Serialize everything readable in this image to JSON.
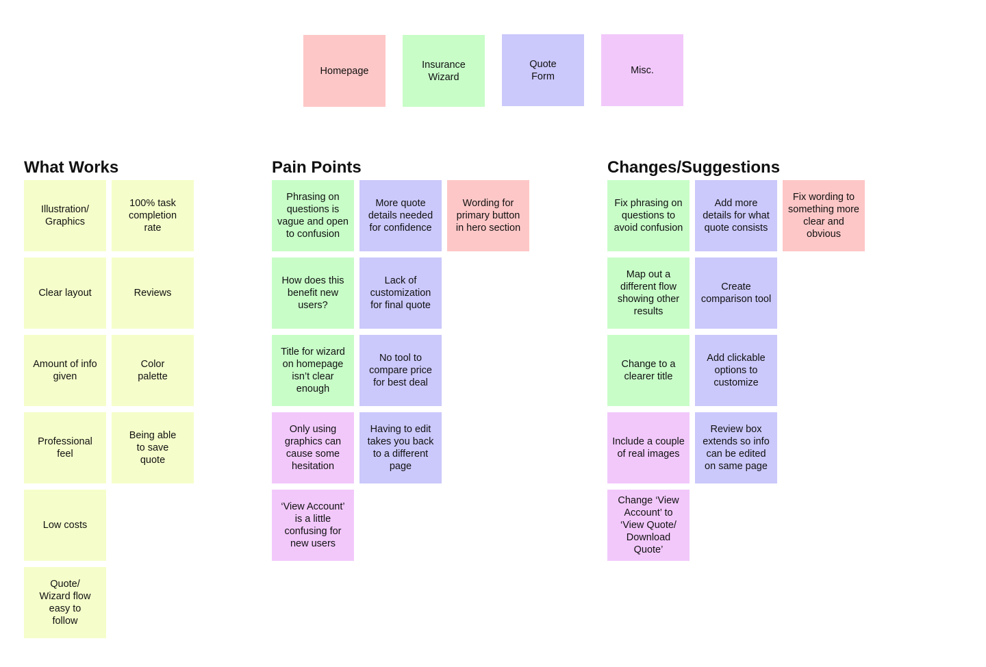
{
  "colors": {
    "homepage": "#fec7c7",
    "insurance_wizard": "#c8fdc8",
    "quote_form": "#cbc8fb",
    "misc": "#f2c8fb",
    "what_works": "#f5feca"
  },
  "legend": {
    "homepage": "Homepage",
    "insurance_wizard": "Insurance\nWizard",
    "quote_form": "Quote\nForm",
    "misc": "Misc."
  },
  "what_works": {
    "title": "What Works",
    "notes": [
      "Illustration/\nGraphics",
      "100% task\ncompletion\nrate",
      "Clear layout",
      "Reviews",
      "Amount of info\ngiven",
      "Color\npalette",
      "Professional\nfeel",
      "Being able\nto save\nquote",
      "Low costs",
      "Quote/\nWizard flow\neasy to\nfollow"
    ]
  },
  "pain_points": {
    "title": "Pain Points",
    "notes": [
      "Phrasing on\nquestions is\nvague and open\nto confusion",
      "More quote\ndetails needed\nfor confidence",
      "Wording for\nprimary button\nin hero section",
      "How does this\nbenefit new\nusers?",
      "Lack of\ncustomization\nfor final quote",
      "Title for wizard\non homepage\nisn’t clear\nenough",
      "No tool to\ncompare price\nfor best deal",
      "Only using\ngraphics can\ncause some\nhesitation",
      "Having to edit\ntakes you back\nto a different\npage",
      "‘View Account’\nis a little\nconfusing for\nnew users"
    ]
  },
  "changes_suggestions": {
    "title": "Changes/Suggestions",
    "notes": [
      "Fix phrasing on\nquestions to\navoid confusion",
      "Add more\ndetails for what\nquote consists",
      "Fix wording to\nsomething more\nclear and\nobvious",
      "Map out a\ndifferent flow\nshowing other\nresults",
      "Create\ncomparison tool",
      "Change to a\nclearer title",
      "Add clickable\noptions to\ncustomize",
      "Include a couple\nof real images",
      "Review box\nextends so info\ncan be edited\non same page",
      "Change ‘View\nAccount’ to\n‘View Quote/\nDownload\nQuote’"
    ]
  }
}
